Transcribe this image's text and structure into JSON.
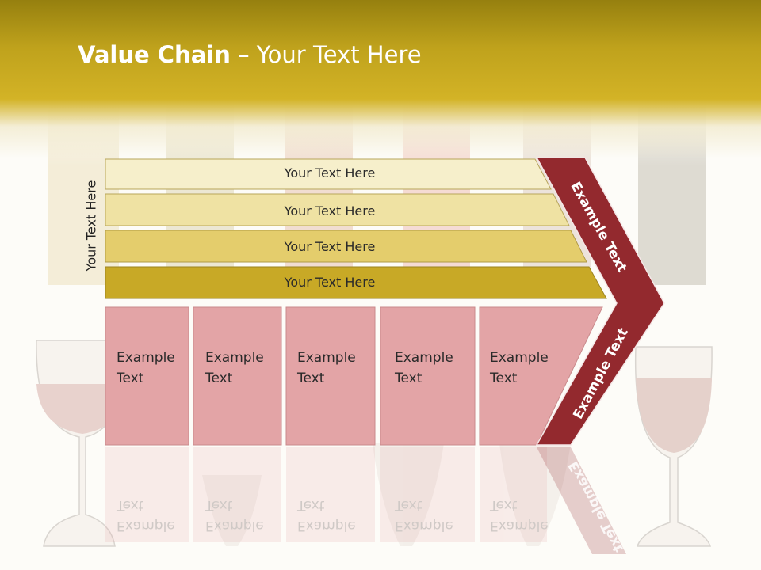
{
  "slide": {
    "title_bold": "Value Chain",
    "title_rest": " – Your Text Here",
    "side_label": "Your Text Here",
    "bars": [
      {
        "label": "Your Text Here",
        "color": "#f6efcb"
      },
      {
        "label": "Your Text Here",
        "color": "#efe2a3"
      },
      {
        "label": "Your Text Here",
        "color": "#e4cd6c"
      },
      {
        "label": "Your Text Here",
        "color": "#c8a926"
      }
    ],
    "boxes": [
      {
        "line1": "Example",
        "line2": "Text"
      },
      {
        "line1": "Example",
        "line2": "Text"
      },
      {
        "line1": "Example",
        "line2": "Text"
      },
      {
        "line1": "Example",
        "line2": "Text"
      },
      {
        "line1": "Example",
        "line2": "Text"
      }
    ],
    "chevron_top_label": "Example Text",
    "chevron_bottom_label": "Example Text",
    "colors": {
      "header": "#d3b326",
      "box_fill": "#e3a4a6",
      "box_border": "#c98a8c",
      "chevron": "#93292e"
    }
  }
}
